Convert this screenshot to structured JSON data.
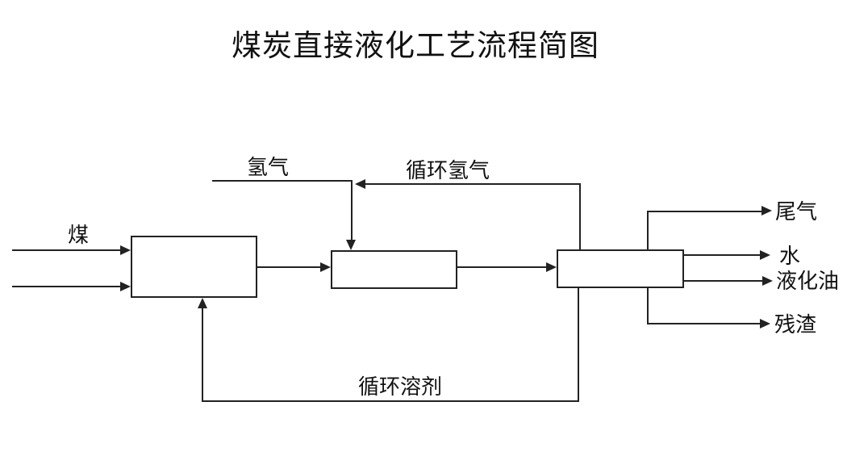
{
  "title": "煤炭直接液化工艺流程简图",
  "colors": {
    "line": "#222222",
    "text": "#111111",
    "background": "#ffffff",
    "box_fill": "#ffffff"
  },
  "labels": {
    "coal": "煤",
    "hydrogen": "氢气",
    "recycle_hydrogen": "循环氢气",
    "tail_gas": "尾气",
    "water": "水",
    "liquefied_oil": "液化油",
    "residue": "残渣",
    "recycle_solvent": "循环溶剂"
  }
}
